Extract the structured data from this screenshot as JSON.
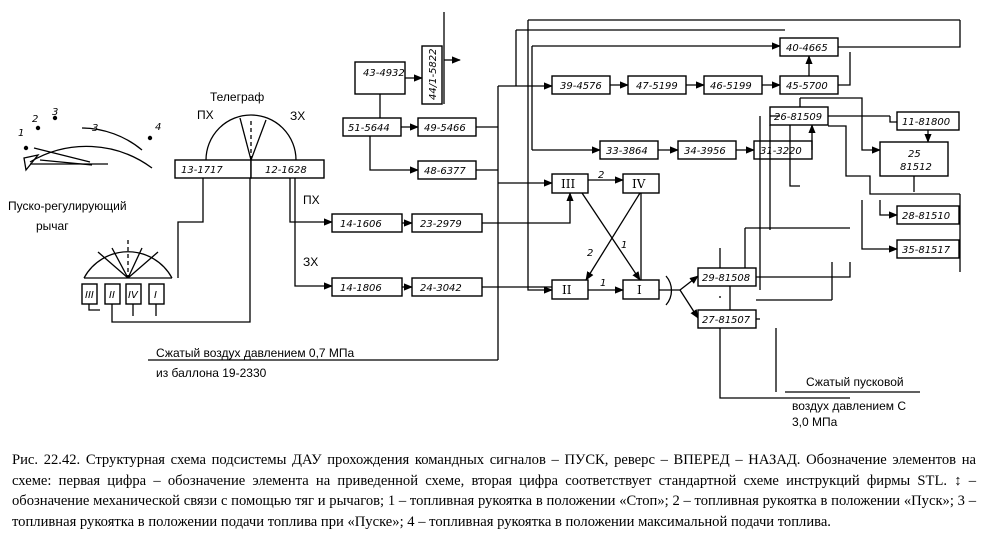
{
  "blocks": {
    "b13_1717": "13-1717",
    "b12_1628": "12-1628",
    "b14_1606": "14-1606",
    "b23_2979": "23-2979",
    "b14_1806": "14-1806",
    "b24_3042": "24-3042",
    "b43_4932": "43-4932",
    "b44_1_5822": "44/1-5822",
    "b51_5644": "51-5644",
    "b49_5466": "49-5466",
    "b48_6377": "48-6377",
    "b39_4576": "39-4576",
    "b47_5199": "47-5199",
    "b46_5199": "46-5199",
    "b45_5700": "45-5700",
    "b40_4665": "40-4665",
    "b33_3864": "33-3864",
    "b34_3956": "34-3956",
    "b31_3220": "31-3220",
    "b26_81509": "26-81509",
    "b11_81800": "11-81800",
    "b25_81512_a": "25",
    "b25_81512_b": "81512",
    "b28_81510": "28-81510",
    "b35_81517": "35-81517",
    "b29_81508": "29-81508",
    "b27_81507": "27-81507",
    "bIII": "III",
    "bIV": "IV",
    "bII": "II",
    "bI": "I"
  },
  "labels": {
    "telegraph": "Телеграф",
    "px_top": "ПХ",
    "zx_top": "ЗХ",
    "px_mid": "ПХ",
    "zx_mid": "ЗХ",
    "lever_line1": "Пуско-регулирующий",
    "lever_line2": "рычаг",
    "lever_n1": "1",
    "lever_n2": "2",
    "lever_n3": "3",
    "lever_arc3": "3",
    "lever_n4": "4",
    "air07_line1": "Сжатый воздух давлением 0,7 МПа",
    "air07_line2": "из баллона 19-2330",
    "air30_line1": "Сжатый пусковой",
    "air30_line2": "воздух давлением С",
    "air30_line3": "3,0  МПа",
    "cross_2a": "2",
    "cross_2b": "2",
    "cross_1a": "1",
    "cross_1b": "1",
    "valve_III": "III",
    "valve_II": "II",
    "valve_IV": "IV",
    "valve_I": "I"
  },
  "caption": "Рис. 22.42. Структурная схема подсистемы ДАУ прохождения командных сигналов – ПУСК, реверс – ВПЕРЕД – НАЗАД. Обозначение элементов на схеме: первая цифра – обозначение элемента на приведенной схеме, вторая цифра соответствует стандартной схеме инструкций фирмы STL. ↕ – обозначение механической связи с помощью тяг и рычагов; 1 – топливная рукоятка в положении «Стоп»; 2 – топливная рукоятка в положении «Пуск»; 3 – топливная рукоятка в положении подачи топлива при «Пуске»; 4 – топливная рукоятка в положении максимальной подачи топлива."
}
